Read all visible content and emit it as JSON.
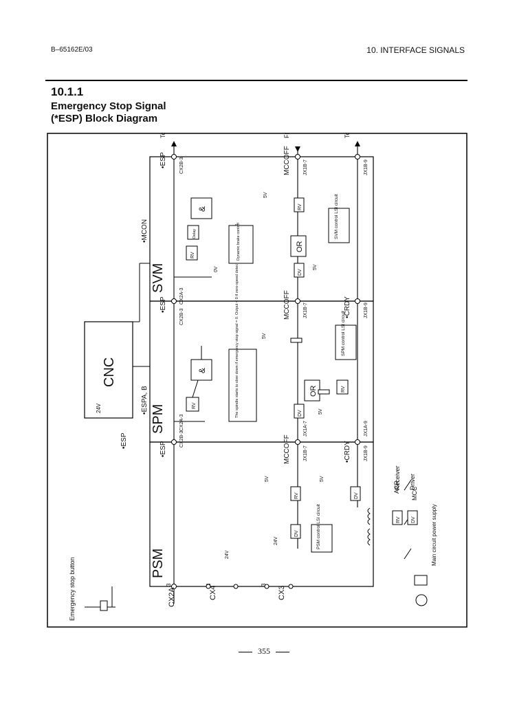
{
  "header": {
    "doc_id": "B–65162E/03",
    "chapter": "10.  INTERFACE SIGNALS"
  },
  "section": {
    "number": "10.1.1",
    "title_line1": "Emergency Stop Signal",
    "title_line2": "(*ESP) Block Diagram"
  },
  "diagram": {
    "units": {
      "svm": "SVM",
      "spm": "SPM",
      "psm": "PSM",
      "cnc": "CNC"
    },
    "signals": {
      "esp": "•ESP",
      "mcon": "•MCON",
      "espab": "•ESPA, B",
      "mccoff": "MCCOFF",
      "crdy": "•CRDY"
    },
    "targets": {
      "to_spm_svm": "To SPM or SVM",
      "from_spm_svm": "From SPM or SVM",
      "to_spm_svm_2": "To SPM or SVM"
    },
    "connectors": {
      "cx2b3": "CX2B-3",
      "cx2a3": "CX2A-3",
      "jx1b7": "JX1B-7",
      "jx1a7": "JX1A-7",
      "jx1b9": "JX1B-9",
      "jx1a9": "JX1A-9",
      "cx2a": "CX2A",
      "cx4": "CX4",
      "cx3": "CX3",
      "pin3": "3"
    },
    "blocks": {
      "and": "&",
      "or": "OR",
      "delay": "Delay",
      "rv": "RV",
      "dv": "DV",
      "dynamic_brake": "Dynamic brake control",
      "svm_lsi": "SVM control LSI circuit",
      "spm_lsi": "SPM control LSI circuit",
      "psm_lsi": "PSM control LSI circuit",
      "spm_note": "The spindle starts to slow down if emergency stop signal = 0. Output = 0 if zero-speed detected signal (SSTA, B) = 1."
    },
    "voltages": {
      "v5": "5V",
      "v0": "0V",
      "v24": "24V"
    },
    "labels": {
      "emergency_button": "Emergency stop button",
      "receiver": "Receiver",
      "driver": "Driver",
      "acr": "ACR",
      "mcc": "MCC",
      "main_supply": "Main circuit power supply"
    }
  },
  "footer": {
    "page_number": "355"
  }
}
